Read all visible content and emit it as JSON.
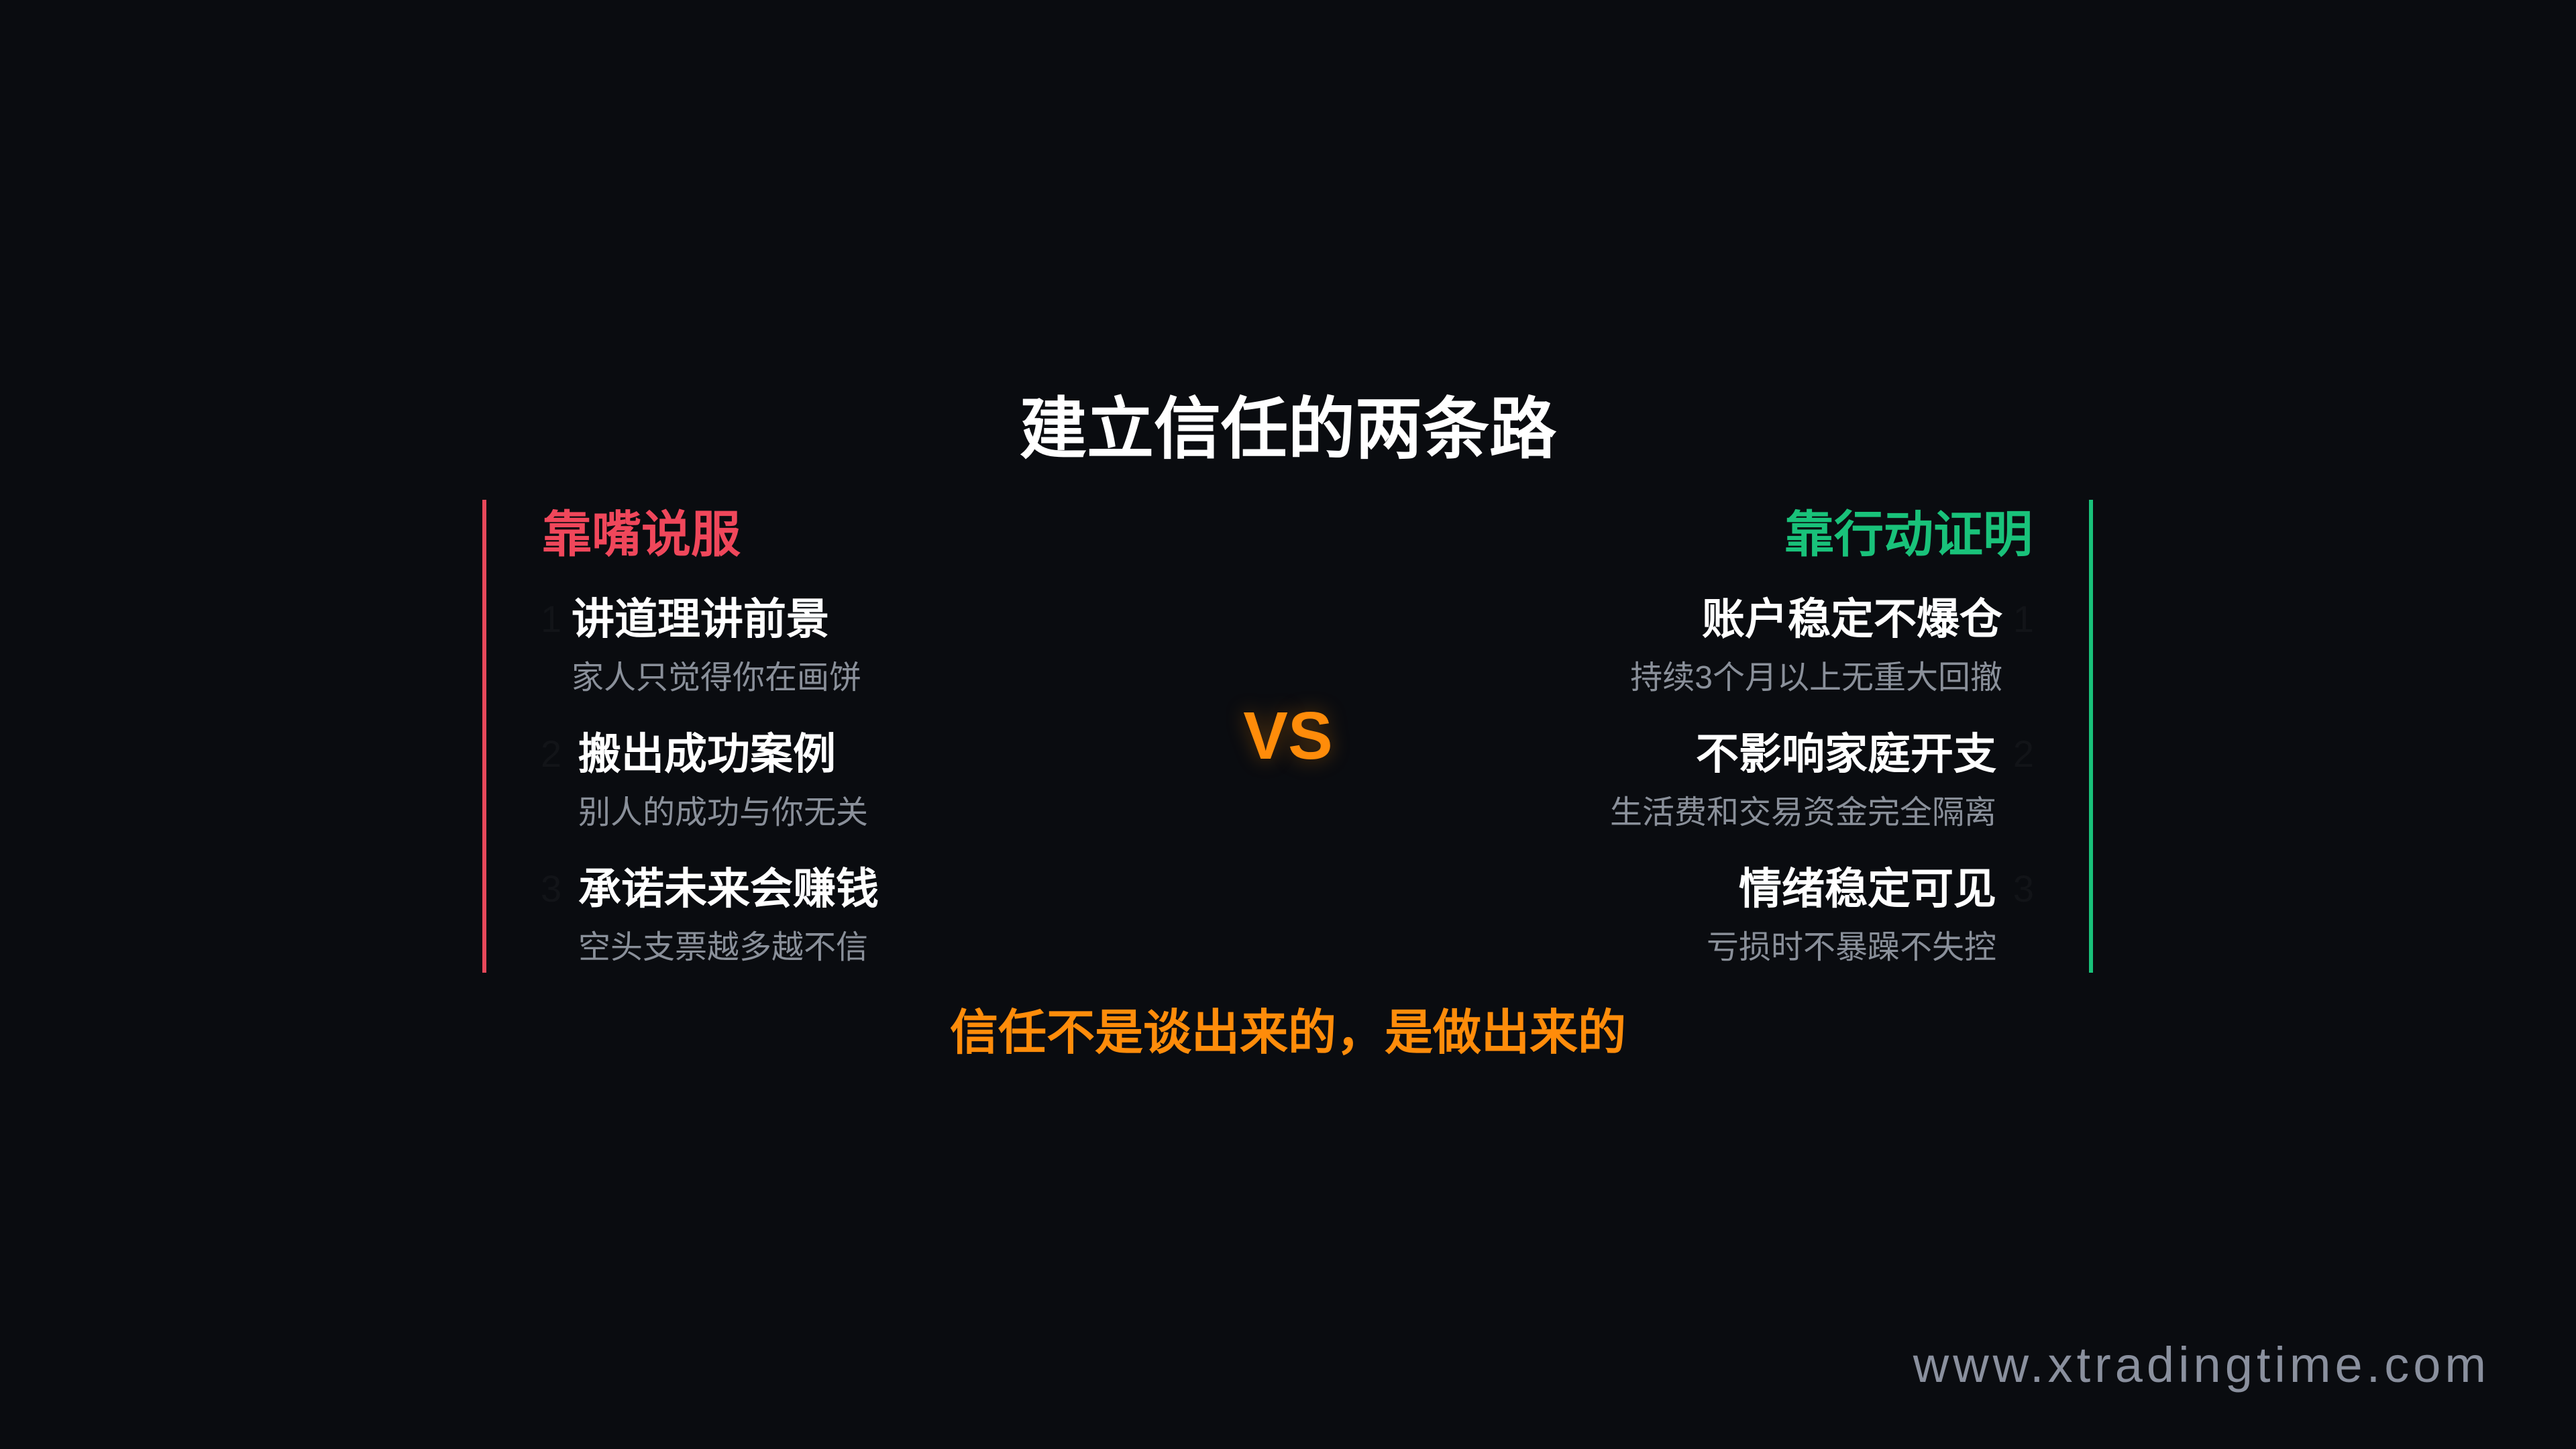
{
  "title": "建立信任的两条路",
  "vs_label": "VS",
  "tagline": "信任不是谈出来的，是做出来的",
  "website": "www.xtradingtime.com",
  "colors": {
    "background": "#0a0c10",
    "left_accent": "#f0475b",
    "right_accent": "#19c27a",
    "highlight": "#ff8c0a",
    "subtext": "#8a909a"
  },
  "left": {
    "heading": "靠嘴说服",
    "items": [
      {
        "num": "1",
        "title": "讲道理讲前景",
        "sub": "家人只觉得你在画饼"
      },
      {
        "num": "2",
        "title": "搬出成功案例",
        "sub": "别人的成功与你无关"
      },
      {
        "num": "3",
        "title": "承诺未来会赚钱",
        "sub": "空头支票越多越不信"
      }
    ]
  },
  "right": {
    "heading": "靠行动证明",
    "items": [
      {
        "num": "1",
        "title": "账户稳定不爆仓",
        "sub": "持续3个月以上无重大回撤"
      },
      {
        "num": "2",
        "title": "不影响家庭开支",
        "sub": "生活费和交易资金完全隔离"
      },
      {
        "num": "3",
        "title": "情绪稳定可见",
        "sub": "亏损时不暴躁不失控"
      }
    ]
  }
}
